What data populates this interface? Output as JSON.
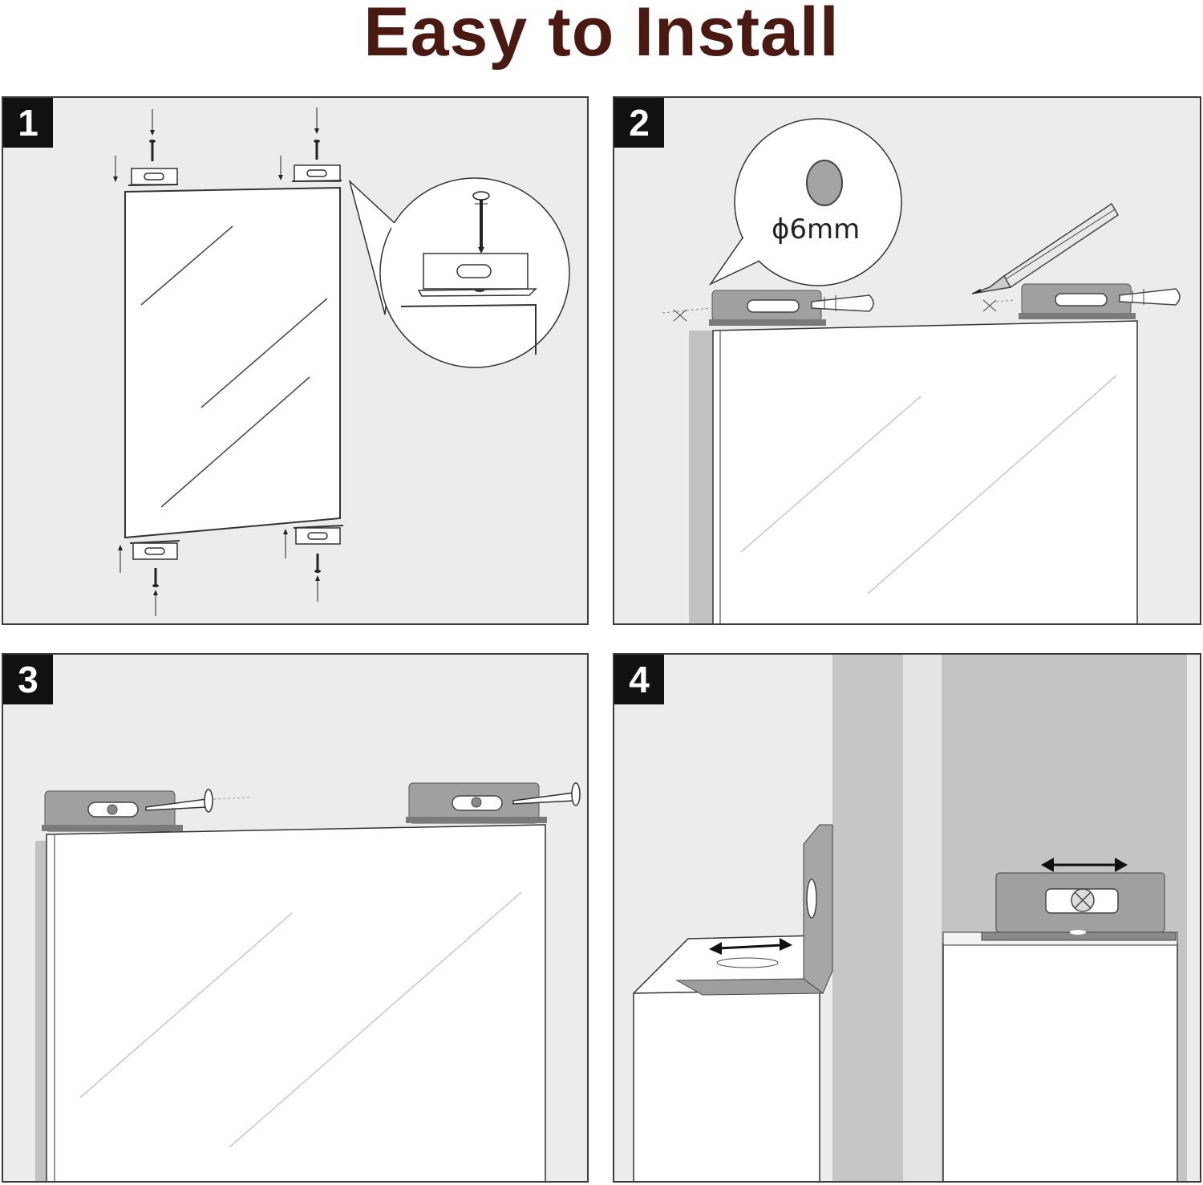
{
  "title": "Easy to Install",
  "steps": [
    {
      "number": "1"
    },
    {
      "number": "2",
      "callout": "ϕ6mm"
    },
    {
      "number": "3"
    },
    {
      "number": "4"
    }
  ],
  "colors": {
    "title": "#4a1912",
    "panel_bg": "#ececec",
    "panel_border": "#3c3c3c",
    "badge_bg": "#111111",
    "bracket": "#9a9a9a",
    "wall": "#c9c9c9"
  }
}
